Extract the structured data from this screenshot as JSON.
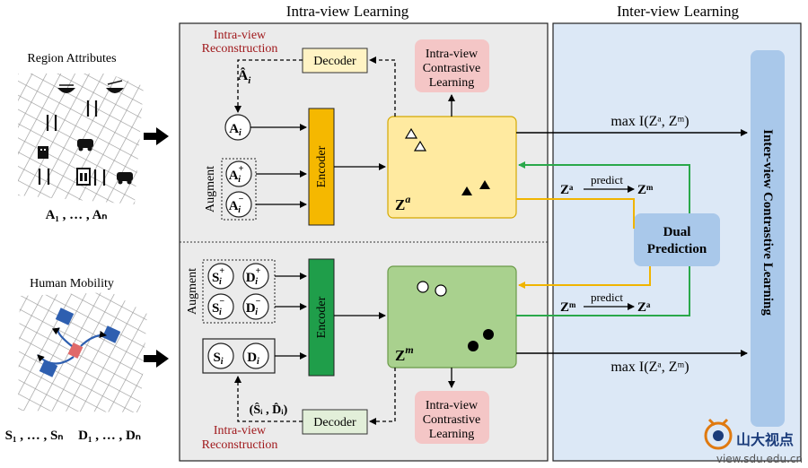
{
  "sections": {
    "intra_title": "Intra-view  Learning",
    "inter_title": "Inter-view  Learning"
  },
  "left": {
    "region_label": "Region Attributes",
    "region_seq": "A₁ , … , Aₙ",
    "mobility_label": "Human Mobility",
    "mobility_seq_s": "S₁ , … , Sₙ",
    "mobility_seq_d": "D₁ , … , Dₙ"
  },
  "top": {
    "recon_line1": "Intra-view",
    "recon_line2": "Reconstruction",
    "decoder": "Decoder",
    "a_hat": "Â",
    "a_hat_sub": "i",
    "a_i": "A",
    "a_i_sub": "i",
    "augment": "Augment",
    "a_plus": "A",
    "a_plus_sup": "+",
    "a_minus": "A",
    "a_minus_sup": "−",
    "sub_i": "i",
    "encoder": "Encoder",
    "intra_cl_line1": "Intra-view",
    "intra_cl_line2": "Contrastive",
    "intra_cl_line3": "Learning",
    "z_label": "Z",
    "z_sup": "a"
  },
  "bottom": {
    "augment": "Augment",
    "s_plus": "S",
    "d_plus": "D",
    "s_minus": "S",
    "d_minus": "D",
    "plus": "+",
    "minus": "−",
    "sub_i": "i",
    "s_i": "S",
    "d_i": "D",
    "encoder": "Encoder",
    "z_label": "Z",
    "z_sup": "m",
    "recon_output": "(Ŝᵢ , D̂ᵢ)",
    "decoder": "Decoder",
    "recon_line1": "Intra-view",
    "recon_line2": "Reconstruction",
    "intra_cl_line1": "Intra-view",
    "intra_cl_line2": "Contrastive",
    "intra_cl_line3": "Learning"
  },
  "inter": {
    "max_top": "max I(Zᵃ, Zᵐ)",
    "max_bottom": "max I(Zᵃ, Zᵐ)",
    "pred_top_from": "Zᵃ",
    "pred_top_word": "predict",
    "pred_top_to": "Zᵐ",
    "pred_bot_from": "Zᵐ",
    "pred_bot_word": "predict",
    "pred_bot_to": "Zᵃ",
    "dual_line1": "Dual",
    "dual_line2": "Prediction",
    "inter_cl": "Inter-view Contrastive Learning"
  },
  "watermark": {
    "logo_text": "山大视点",
    "url": "view.sdu.edu.cn"
  },
  "colors": {
    "intra_bg": "#ebebeb",
    "inter_bg": "#dce8f6",
    "encoder_top": "#f5b800",
    "encoder_bottom": "#1f9e4a",
    "za_box": "#ffeaa0",
    "zm_box": "#a9d18e",
    "intra_cl_box": "#f4c6c6",
    "decoder_top": "#fff3c4",
    "decoder_bottom": "#e2efd9",
    "dual_box": "#a9c8ea",
    "inter_cl_box": "#a9c8ea",
    "orange_arrow": "#f0b400",
    "green_arrow": "#2aa84a",
    "recon_text": "#a0191c"
  }
}
